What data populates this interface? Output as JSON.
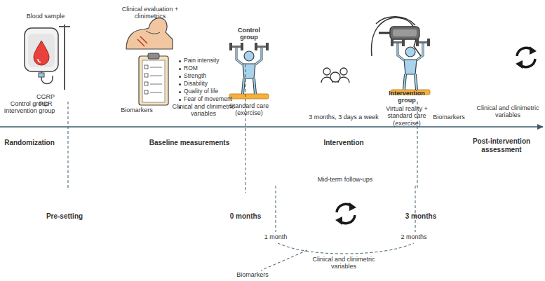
{
  "diagram": {
    "labels": [
      "Blood sample",
      "Clinical evaluation + clinimetrics",
      "Control group",
      "Standard care (exercise)",
      "Intervention group",
      "Virtual reality + standard care (exercise)",
      "CGRP",
      "PCR",
      "Pain intensity",
      "ROM",
      "Strength",
      "Disability",
      "Quality of life",
      "Fear of movement",
      "...",
      "Control group Intervention group",
      "Biomarkers",
      "Clinical and clinimetric variables",
      "3 months, 3 days a week",
      "Biomarkers",
      "Clinical and clinimetric variables",
      "Randomization",
      "Baseline measurements",
      "Intervention",
      "Post-intervention assessment",
      "Mid-term follow-ups",
      "Pre-setting",
      "0 months",
      "3 months",
      "1 month",
      "2 months",
      "Clinical and clinimetric variables",
      "Biomarkers"
    ]
  }
}
